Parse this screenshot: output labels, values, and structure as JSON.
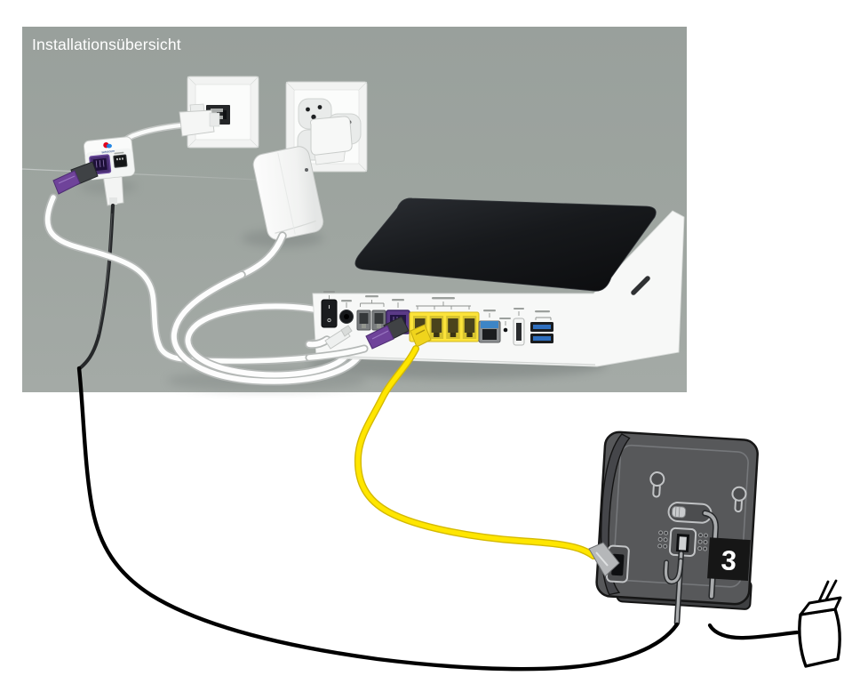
{
  "header": {
    "title": "Installationsübersicht"
  },
  "step_badge": {
    "number": "3"
  },
  "dsl_filter": {
    "logo_text": "swisscom"
  },
  "colors": {
    "panel_wall": "#99a09c",
    "panel_desk": "#a4aaa6",
    "title_text": "#ffffff",
    "dsl_purple": "#5a3a86",
    "connector_purple": "#6f439a",
    "ethernet_yellow": "#fce33a",
    "cable_yellow": "#ffe600",
    "wan_blue": "#3d85c6",
    "usb3_blue": "#2f6fbe",
    "cable_black": "#000000",
    "router_top_black": "#17191c",
    "base_station_gray": "#57585a",
    "badge_bg": "#161616",
    "swisscom_red": "#e2001a",
    "swisscom_blue": "#1781e3"
  },
  "components": [
    "installation-overview-panel",
    "phone-wall-socket",
    "power-wall-socket",
    "phone-plug",
    "power-adapter",
    "dsl-filter",
    "dsl-cable",
    "power-cable-coil",
    "internet-box-router",
    "router-ports",
    "ethernet-cable",
    "phone-base-station",
    "base-phone-cable",
    "base-power-cable",
    "sketched-power-adapter",
    "step-badge"
  ]
}
